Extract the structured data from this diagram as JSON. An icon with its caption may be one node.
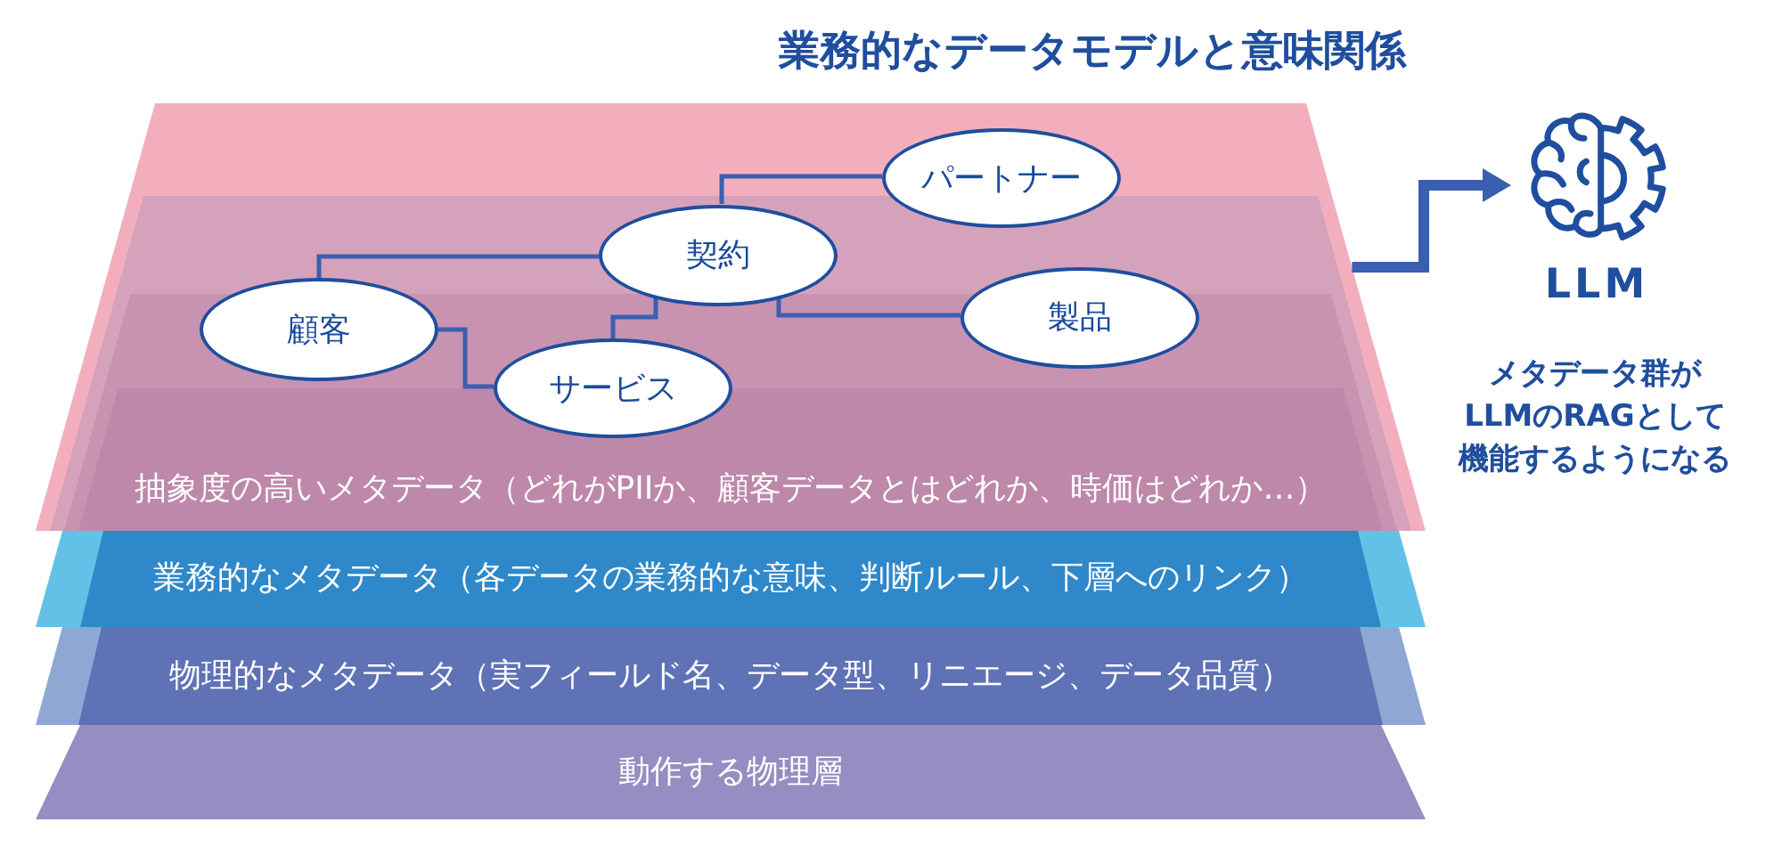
{
  "diagram": {
    "title": "業務的なデータモデルと意味関係",
    "nodes": [
      {
        "text": [
          "抽象度の高いメタデータ（どれがPIIか、顧客データとはどれか、時価はどれか…）"
        ]
      },
      {
        "text": [
          "パートナー"
        ],
        "in": 0
      },
      {
        "text": [
          "契約"
        ],
        "in": 0
      },
      {
        "text": [
          "顧客"
        ],
        "in": 0
      },
      {
        "text": [
          "製品"
        ],
        "in": 0
      },
      {
        "text": [
          "サービス"
        ],
        "in": 0
      },
      {
        "text": [
          "業務的なメタデータ（各データの業務的な意味、判断ルール、下層へのリンク）"
        ]
      },
      {
        "text": [
          "物理的なメタデータ（実フィールド名、データ型、リニエージ、データ品質）"
        ]
      },
      {
        "text": [
          "動作する物理層"
        ]
      },
      {
        "text": [
          "LLM"
        ],
        "beside": [
          "メタデータ群がLLMのRAGとして機能するようになる"
        ]
      }
    ],
    "edges": [
      {
        "from": 2,
        "to": 1,
        "arrow": "none"
      },
      {
        "from": 2,
        "to": 3,
        "arrow": "none"
      },
      {
        "from": 2,
        "to": 4,
        "arrow": "none"
      },
      {
        "from": 5,
        "to": 2,
        "arrow": "none"
      },
      {
        "from": 3,
        "to": 5,
        "arrow": "none"
      },
      {
        "from": 0,
        "to": 9,
        "arrow": "to",
        "style": "thick"
      }
    ]
  }
}
